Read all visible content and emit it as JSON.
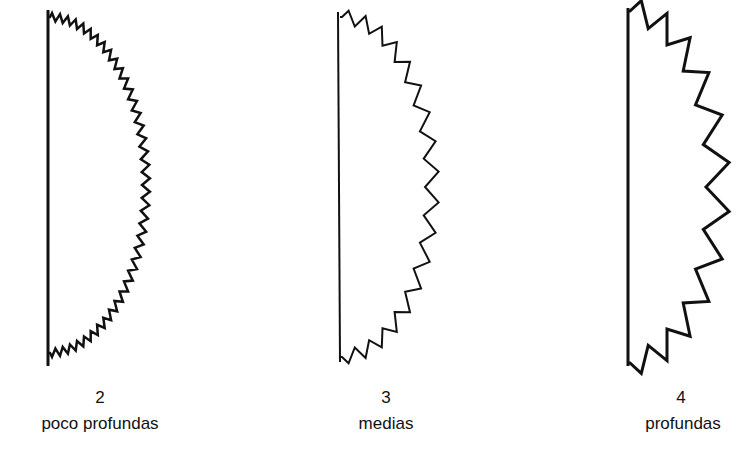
{
  "diagram": {
    "labels": [
      "2",
      "poco profundas",
      "3",
      "medias",
      "4",
      "profundas"
    ]
  }
}
